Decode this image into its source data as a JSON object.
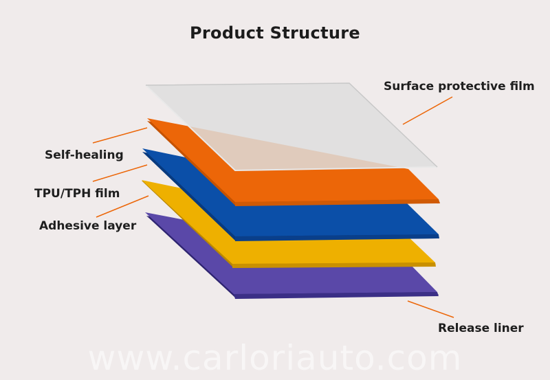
{
  "title": "Product Structure",
  "layers": [
    {
      "key": "surface",
      "label": "Surface protective film",
      "color": "#d9d9d9"
    },
    {
      "key": "self_healing",
      "label": "Self-healing",
      "color": "#ec6608"
    },
    {
      "key": "tpu",
      "label": "TPU/TPH film",
      "color": "#0b4fa8"
    },
    {
      "key": "adhesive",
      "label": "Adhesive layer",
      "color": "#eeb000"
    },
    {
      "key": "release",
      "label": "Release liner",
      "color": "#5a48a8"
    }
  ],
  "leader_color": "#ec6608",
  "watermark": "www.carloriauto.com"
}
